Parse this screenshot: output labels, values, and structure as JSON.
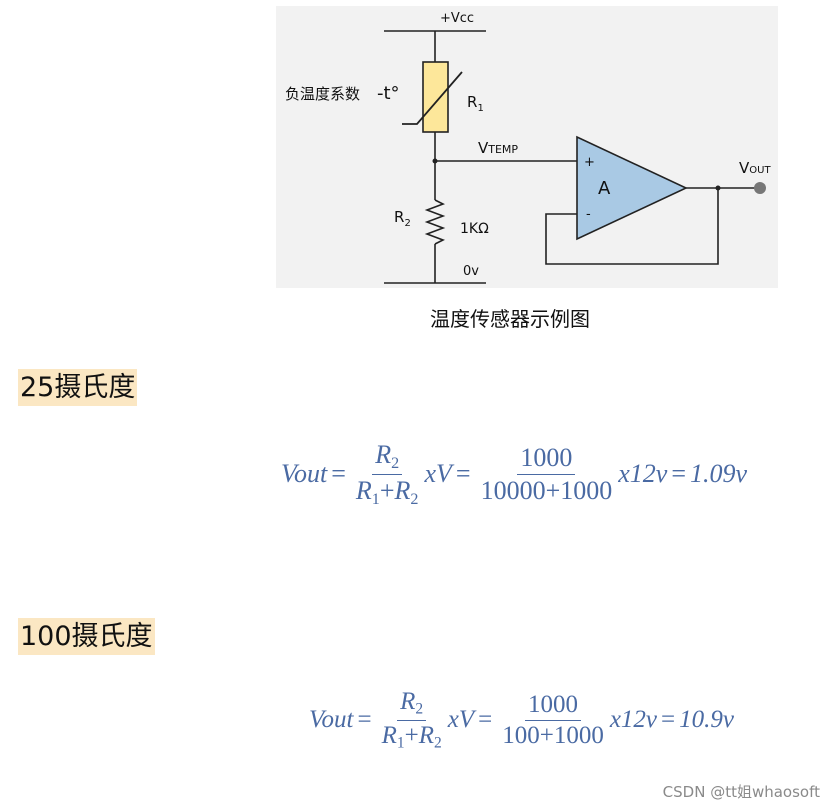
{
  "circuit": {
    "supply_label": "+Vcc",
    "ntc_label": "负温度系数",
    "temp_symbol": "-t°",
    "r1_label": "R",
    "r1_sub": "1",
    "vtemp_label": "V",
    "vtemp_sub": "TEMP",
    "plus_sign": "+",
    "minus_sign": "-",
    "amp_label": "A",
    "vout_label": "V",
    "vout_sub": "OUT",
    "r2_label": "R",
    "r2_sub": "2",
    "r2_value": "1KΩ",
    "ground_label": "0v"
  },
  "caption": "温度传感器示例图",
  "sections": [
    {
      "heading": "25摄氏度",
      "equation": {
        "lhs": "Vout",
        "eq": "=",
        "frac1_num_var": "R",
        "frac1_num_sub": "2",
        "frac1_den_var1": "R",
        "frac1_den_sub1": "1",
        "frac1_den_op": "+",
        "frac1_den_var2": "R",
        "frac1_den_sub2": "2",
        "mid": "xV",
        "frac2_num": "1000",
        "frac2_den": "10000+1000",
        "tail": "x12v",
        "result": "1.09v"
      }
    },
    {
      "heading": "100摄氏度",
      "equation": {
        "lhs": "Vout",
        "eq": "=",
        "frac1_num_var": "R",
        "frac1_num_sub": "2",
        "frac1_den_var1": "R",
        "frac1_den_sub1": "1",
        "frac1_den_op": "+",
        "frac1_den_var2": "R",
        "frac1_den_sub2": "2",
        "mid": "xV",
        "frac2_num": "1000",
        "frac2_den": "100+1000",
        "tail": "x12v",
        "result": "10.9v"
      }
    }
  ],
  "watermark": "CSDN @tt姐whaosoft"
}
